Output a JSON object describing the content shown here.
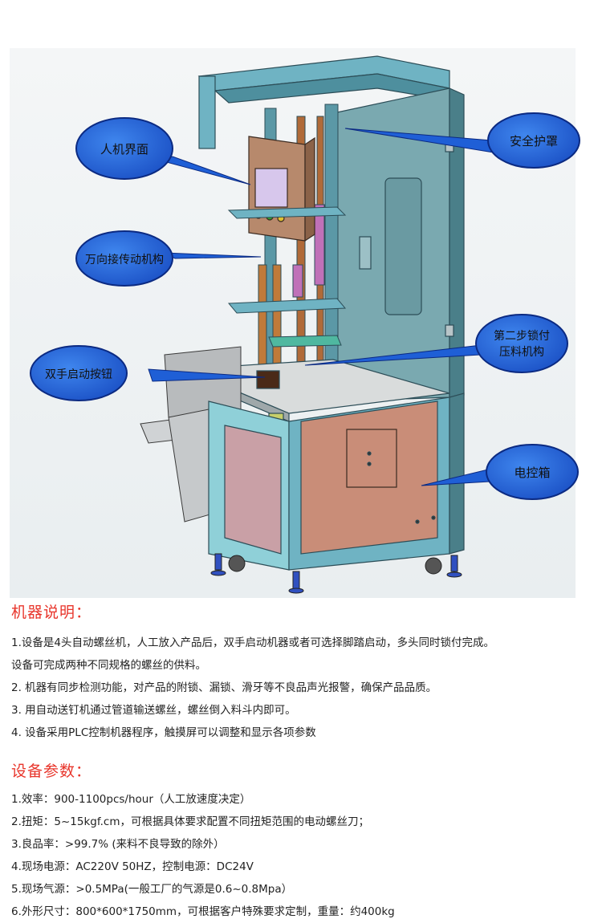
{
  "figure": {
    "callouts": {
      "hmi": "人机界面",
      "ujoint": "万向接传动机构",
      "twohand": "双手启动按钮",
      "guard": "安全护罩",
      "step2_line1": "第二步锁付",
      "step2_line2": "压料机构",
      "ebox": "电控箱"
    },
    "colors": {
      "callout_fill": "#1f5fd6",
      "callout_stroke": "#0b2a82",
      "frame": "#5fa8b8",
      "cabinet": "#7fa7ad",
      "ebox_panel": "#c98d78"
    }
  },
  "section1": {
    "title": "机器说明：",
    "lines": [
      "1.设备是4头自动螺丝机，人工放入产品后，双手启动机器或者可选择脚踏启动，多头同时锁付完成。",
      "设备可完成两种不同规格的螺丝的供料。",
      "2. 机器有同步检测功能，对产品的附锁、漏锁、滑牙等不良品声光报警，确保产品品质。",
      "3. 用自动送钉机通过管道输送螺丝，螺丝倒入料斗内即可。",
      "4. 设备采用PLC控制机器程序，触摸屏可以调整和显示各项参数"
    ]
  },
  "section2": {
    "title": "设备参数：",
    "lines": [
      "1.效率：900-1100pcs/hour（人工放速度决定）",
      "2.扭矩：5~15kgf.cm，可根据具体要求配置不同扭矩范围的电动螺丝刀；",
      "3.良品率：>99.7% (来料不良导致的除外）",
      "4.现场电源：AC220V 50HZ，控制电源：DC24V",
      "5.现场气源：>0.5MPa(一般工厂的气源是0.6~0.8Mpa）",
      "6.外形尺寸：800*600*1750mm，可根据客户特殊要求定制，重量：约400kg"
    ]
  }
}
